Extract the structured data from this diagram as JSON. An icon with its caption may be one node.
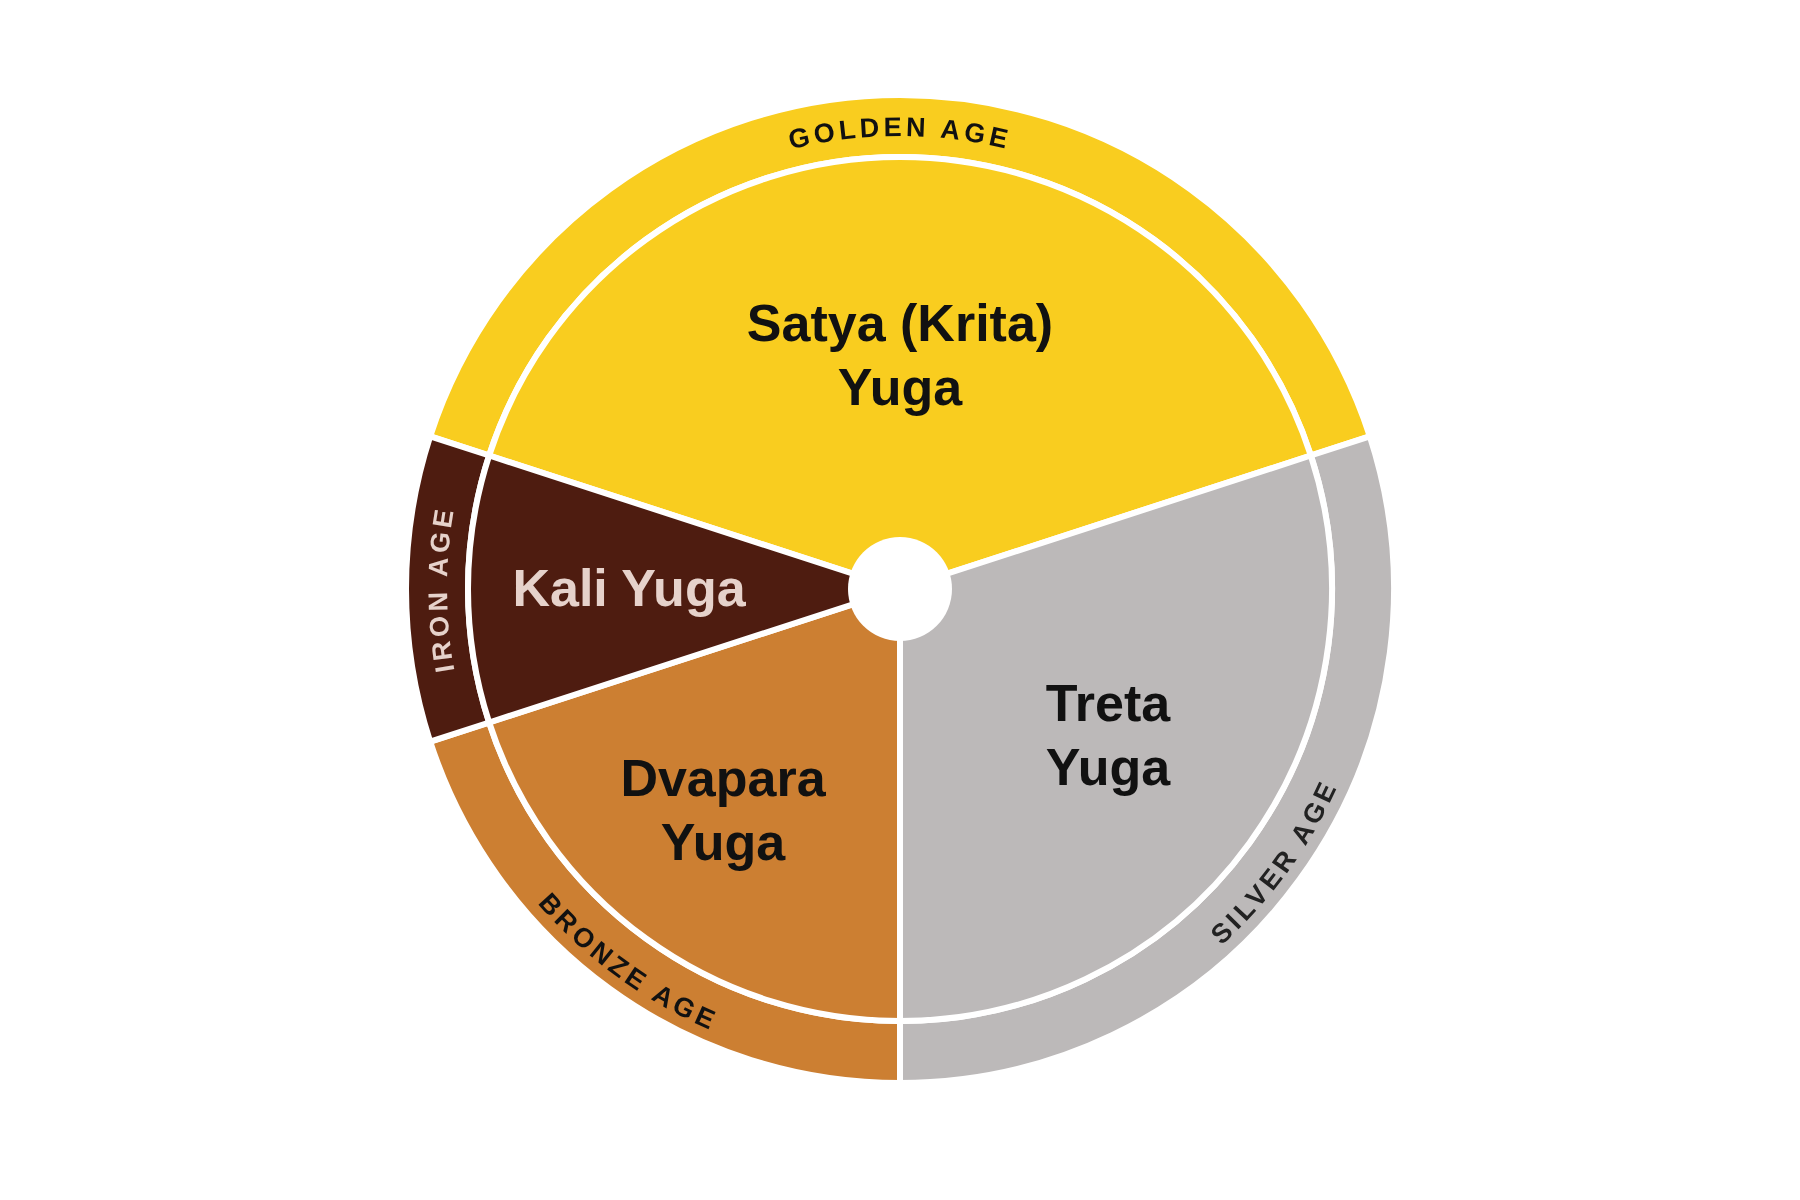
{
  "diagram": {
    "nodes": [
      {
        "text": [
          "GOLDEN AGE"
        ]
      },
      {
        "text": [
          "Satya (Krita) Yuga"
        ]
      },
      {
        "text": [
          "SILVER AGE"
        ]
      },
      {
        "text": [
          "Treta Yuga"
        ]
      },
      {
        "text": [
          "BRONZE AGE"
        ]
      },
      {
        "text": [
          "Dvapara Yuga"
        ]
      },
      {
        "text": [
          "IRON AGE"
        ]
      },
      {
        "text": [
          "Kali Yuga"
        ]
      },
      {
        "text": [],
        "shape": "circle"
      }
    ]
  }
}
